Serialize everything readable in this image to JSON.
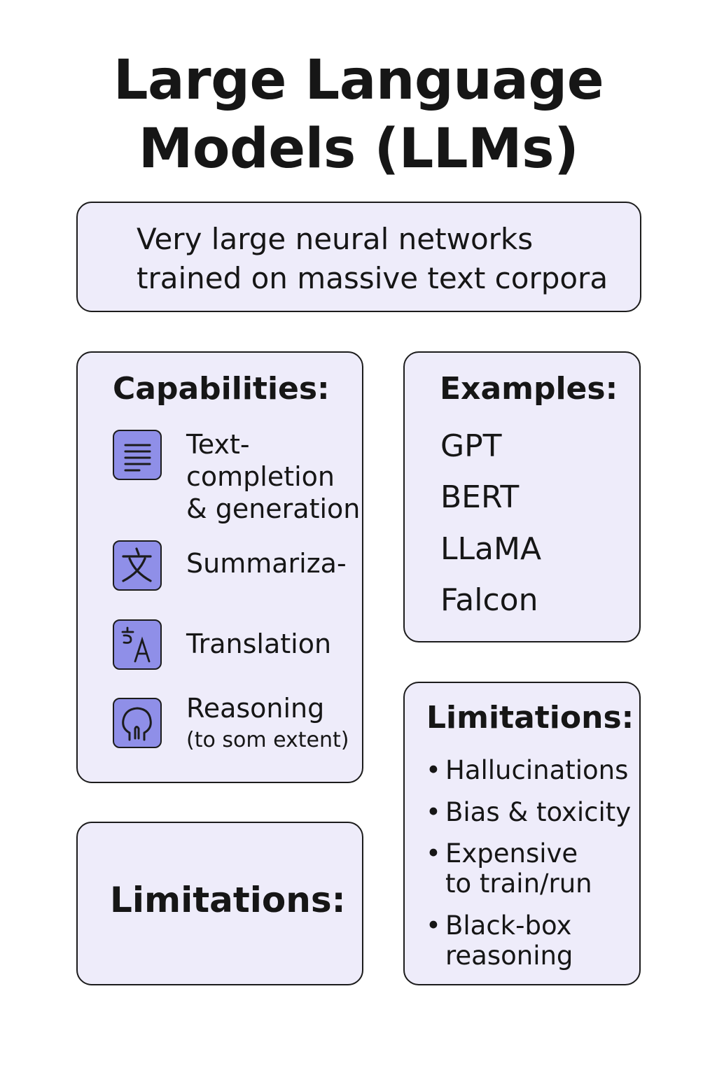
{
  "title": {
    "line1": "Large Language",
    "line2": "Models (LLMs)"
  },
  "definition": {
    "line1": "Very large neural networks",
    "line2": "trained on massive text corpora"
  },
  "capabilities": {
    "heading": "Capabilities:",
    "items": [
      {
        "icon": "document-lines-icon",
        "lines": [
          "Text-",
          "completion",
          "& generation"
        ]
      },
      {
        "icon": "chinese-character-icon",
        "lines": [
          "Summariza-"
        ]
      },
      {
        "icon": "translate-icon",
        "lines": [
          "Translation"
        ]
      },
      {
        "icon": "head-profile-icon",
        "lines": [
          "Reasoning",
          "(to som extent)"
        ]
      }
    ]
  },
  "examples": {
    "heading": "Examples:",
    "items": [
      "GPT",
      "BERT",
      "LLaMA",
      "Falcon"
    ]
  },
  "limitations": {
    "heading": "Limitations:",
    "items": [
      {
        "lines": [
          "Hallucinations"
        ]
      },
      {
        "lines": [
          "Bias & toxicity"
        ]
      },
      {
        "lines": [
          "Expensive",
          "to train/run"
        ]
      },
      {
        "lines": [
          "Black-box",
          "reasoning"
        ]
      }
    ]
  },
  "limitations_empty": {
    "heading": "Limitations:"
  },
  "colors": {
    "box_fill": "#eeecfa",
    "icon_fill": "#8f8fe8",
    "border": "#1c1c1c",
    "text": "#161616"
  }
}
